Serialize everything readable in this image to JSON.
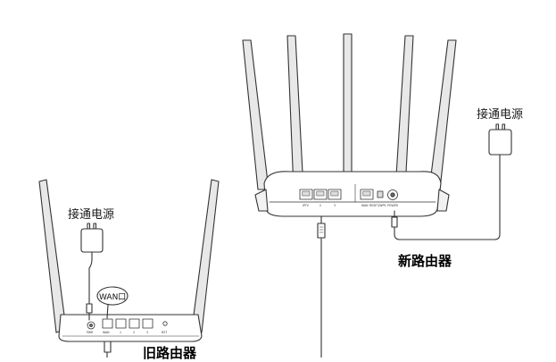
{
  "labels": {
    "power_new": "接通电源",
    "power_old": "接通电源",
    "new_router": "新路由器",
    "old_router": "旧路由器",
    "wan_port": "WAN口"
  },
  "new_router_ports": [
    "IPTV",
    "2",
    "3",
    "WAN",
    "RESET/WPS",
    "POWER"
  ],
  "old_router_ports": [
    "PWR",
    "WAN",
    "1",
    "2",
    "3",
    "RST"
  ],
  "colors": {
    "line": "#333333",
    "fill": "#ffffff",
    "antenna": "#e6e6e6",
    "label_text": "#1a1a1a"
  }
}
